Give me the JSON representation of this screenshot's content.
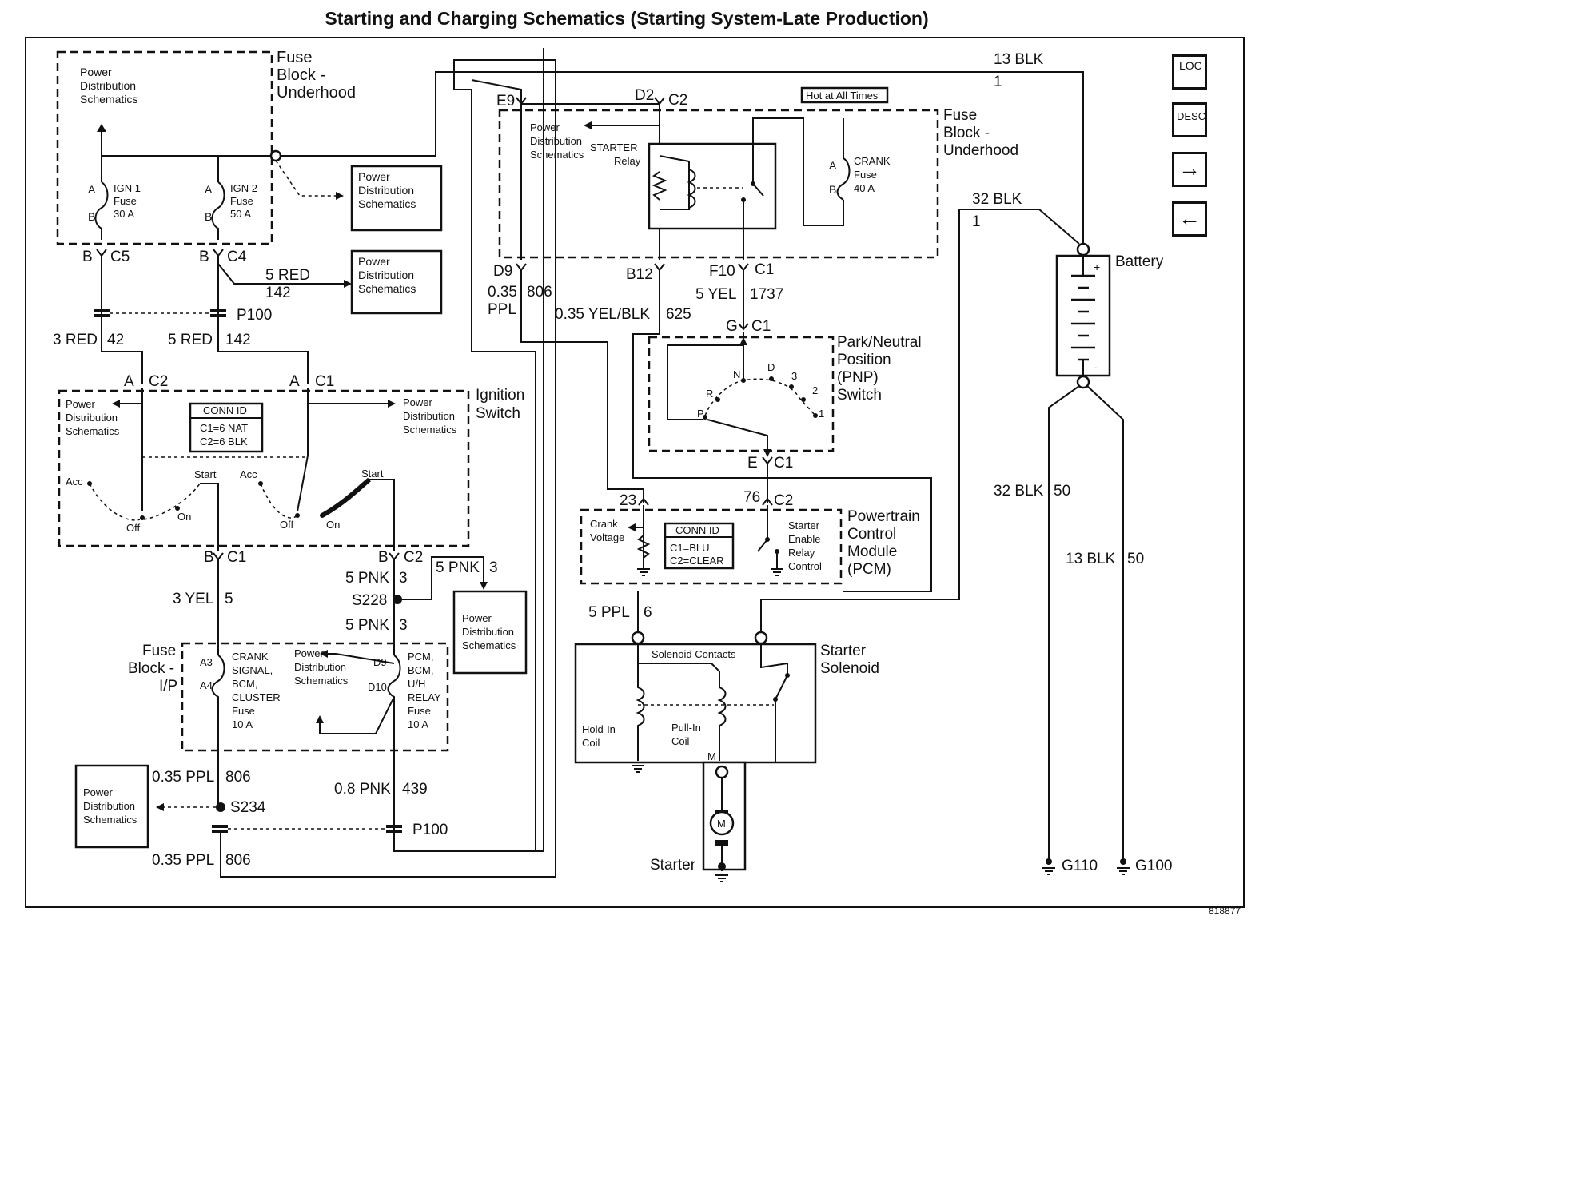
{
  "title": "Starting and Charging Schematics (Starting System-Late Production)",
  "figure_id": "818877",
  "nav": {
    "loc": "LOC",
    "desc": "DESC",
    "next": "→",
    "prev": "←"
  },
  "labels": {
    "fb_uh": [
      "Fuse",
      "Block -",
      "Underhood"
    ],
    "fb_uh2": [
      "Fuse",
      "Block -",
      "Underhood"
    ],
    "pds": [
      "Power",
      "Distribution",
      "Schematics"
    ],
    "ign1": [
      "IGN 1",
      "Fuse",
      "30 A"
    ],
    "ign2": [
      "IGN 2",
      "Fuse",
      "50 A"
    ],
    "a": "A",
    "b": "B",
    "bc5": "B",
    "c5": "C5",
    "bc4": "B",
    "c4": "C4",
    "w_5red": "5 RED",
    "w_142": "142",
    "p100": "P100",
    "w_3red": "3 RED",
    "w_42": "42",
    "w_5red2": "5 RED",
    "w_142b": "142",
    "ac2_a": "A",
    "ac2_c": "C2",
    "ac1_a": "A",
    "ac1_c": "C1",
    "ign_switch": [
      "Ignition",
      "Switch"
    ],
    "conn_id": "CONN ID",
    "conn_c1": "C1=6 NAT",
    "conn_c2": "C2=6 BLK",
    "acc": "Acc",
    "start": "Start",
    "off": "Off",
    "on": "On",
    "bc1_b": "B",
    "bc1_c": "C1",
    "bc2_b": "B",
    "bc2_c": "C2",
    "w_3yel": "3 YEL",
    "w_5": "5",
    "w_5pnk": "5 PNK",
    "w_3": "3",
    "s228": "S228",
    "fb_ip": [
      "Fuse",
      "Block -",
      "I/P"
    ],
    "a3": "A3",
    "a4": "A4",
    "d9": "D9",
    "d10": "D10",
    "crank_fuse": [
      "CRANK",
      "SIGNAL,",
      "BCM,",
      "CLUSTER",
      "Fuse",
      "10 A"
    ],
    "pcm_fuse": [
      "PCM,",
      "BCM,",
      "U/H",
      "RELAY",
      "Fuse",
      "10 A"
    ],
    "w_035ppl": "0.35 PPL",
    "w_806": "806",
    "s234": "S234",
    "w_08pnk": "0.8 PNK",
    "w_439": "439",
    "e9": "E9",
    "d2": "D2",
    "c2": "C2",
    "hot": "Hot at All Times",
    "starter_relay": [
      "STARTER",
      "Relay"
    ],
    "crank40": [
      "CRANK",
      "Fuse",
      "40 A"
    ],
    "d9c": "D9",
    "b12": "B12",
    "f10": "F10",
    "c1": "C1",
    "w_035": "0.35",
    "w_ppl": "PPL",
    "w_806b": "806",
    "w_5yel": "5 YEL",
    "w_1737": "1737",
    "w_yelblk": "0.35 YEL/BLK",
    "w_625": "625",
    "gc1_g": "G",
    "gc1_c": "C1",
    "pnp": [
      "Park/Neutral",
      "Position",
      "(PNP)",
      "Switch"
    ],
    "gears": [
      "P",
      "R",
      "N",
      "D",
      "3",
      "2",
      "1"
    ],
    "ec1_e": "E",
    "ec1_c": "C1",
    "pin23": "23",
    "pin76": "76",
    "c2b": "C2",
    "pcm": [
      "Powertrain",
      "Control",
      "Module",
      "(PCM)"
    ],
    "crank_voltage": [
      "Crank",
      "Voltage"
    ],
    "pcm_conn_c1": "C1=BLU",
    "pcm_conn_c2": "C2=CLEAR",
    "starter_enable": [
      "Starter",
      "Enable",
      "Relay",
      "Control"
    ],
    "w_5ppl": "5 PPL",
    "w_6": "6",
    "solenoid_contacts": "Solenoid Contacts",
    "starter_solenoid": [
      "Starter",
      "Solenoid"
    ],
    "hold_in": [
      "Hold-In",
      "Coil"
    ],
    "pull_in": [
      "Pull-In",
      "Coil"
    ],
    "m": "M",
    "starter": "Starter",
    "w_13blk": "13 BLK",
    "w_1": "1",
    "w_32blk": "32 BLK",
    "battery": "Battery",
    "w_50": "50",
    "g110": "G110",
    "g100": "G100",
    "plus": "+",
    "minus": "-"
  }
}
